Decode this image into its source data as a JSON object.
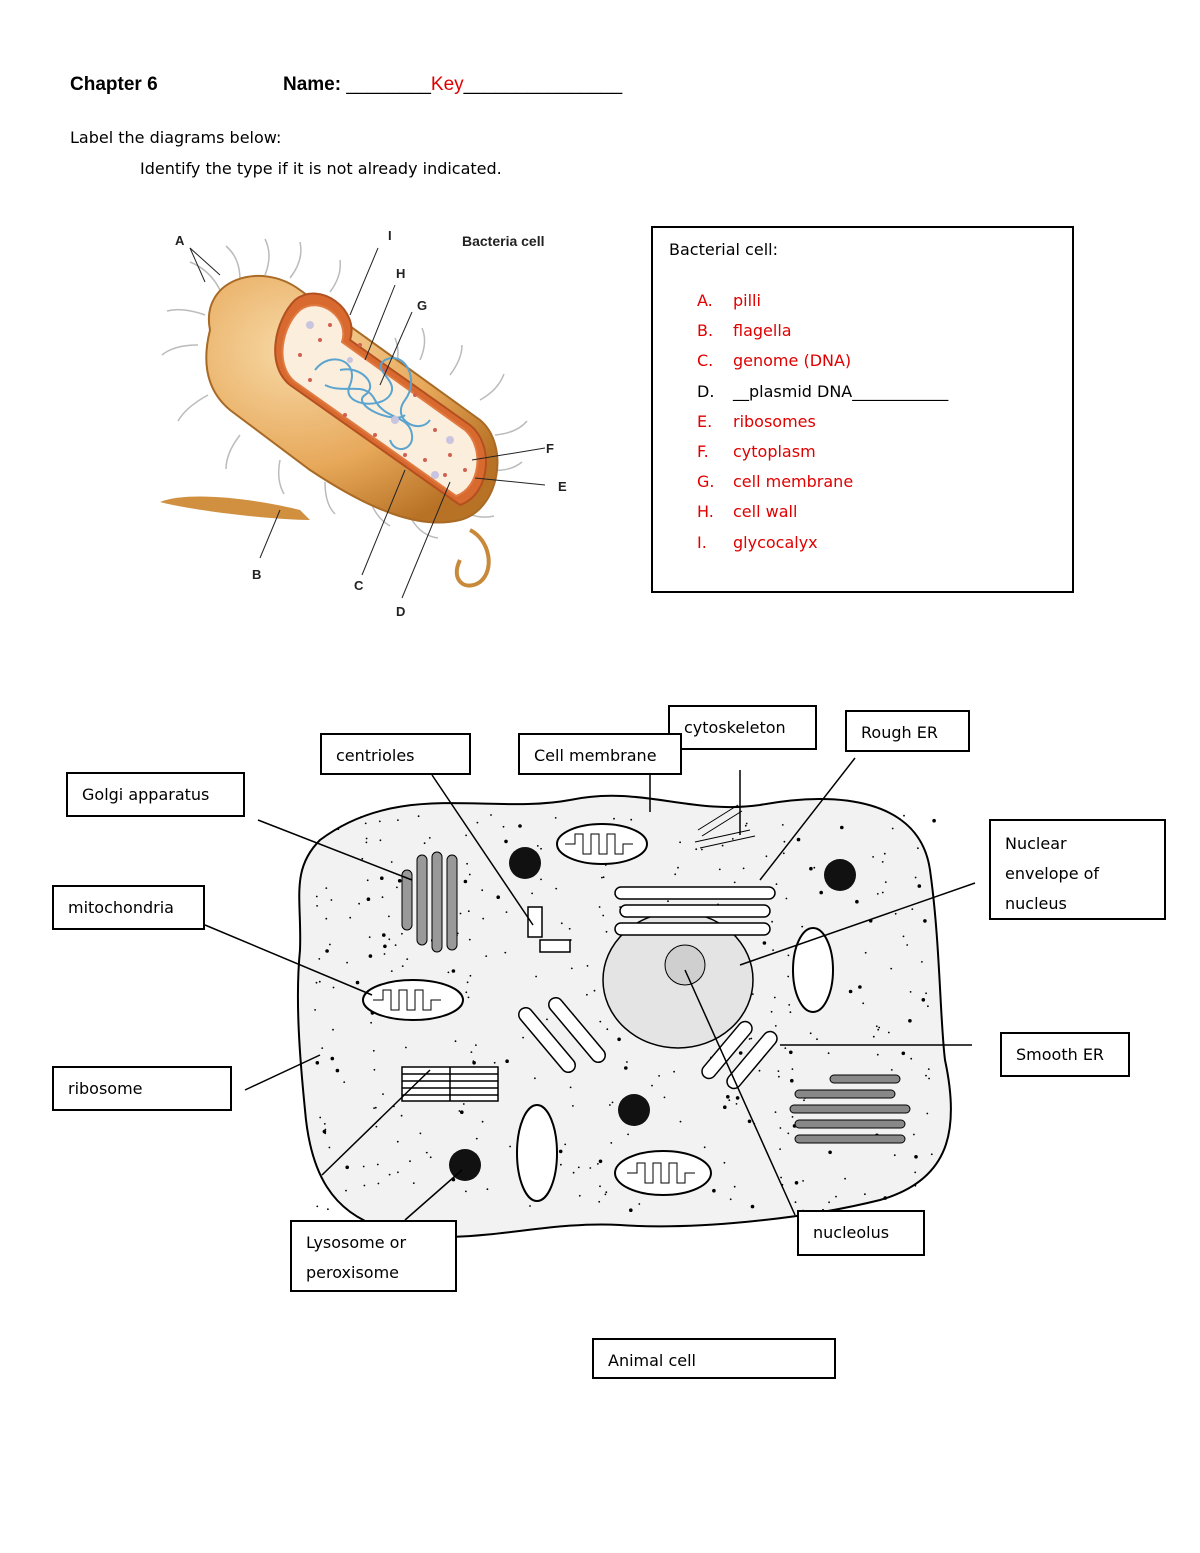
{
  "header": {
    "chapter": "Chapter 6",
    "name_label": "Name:",
    "name_prefix_line": "________",
    "name_value": "Key",
    "name_suffix_line": "_______________"
  },
  "instructions": {
    "line1": "Label the diagrams below:",
    "line2": "Identify the type if it is not already indicated."
  },
  "bacteria_diagram": {
    "title": "Bacteria cell",
    "letters": [
      "A",
      "I",
      "H",
      "G",
      "F",
      "E",
      "B",
      "C",
      "D"
    ]
  },
  "legend": {
    "title": "Bacterial cell:",
    "items": [
      {
        "key": "A.",
        "value": "pilli",
        "color": "#e00000"
      },
      {
        "key": "B.",
        "value": "flagella",
        "color": "#e00000"
      },
      {
        "key": "C.",
        "value": "genome (DNA)",
        "color": "#e00000"
      },
      {
        "key": "D.",
        "value": "__plasmid DNA____________",
        "color": "#000000"
      },
      {
        "key": "E.",
        "value": "ribosomes",
        "color": "#e00000"
      },
      {
        "key": "F.",
        "value": "cytoplasm",
        "color": "#e00000"
      },
      {
        "key": "G.",
        "value": "cell membrane",
        "color": "#e00000"
      },
      {
        "key": "H.",
        "value": "cell wall",
        "color": "#e00000"
      },
      {
        "key": "I.",
        "value": "glycocalyx",
        "color": "#e00000"
      }
    ]
  },
  "animal_labels": {
    "cytoskeleton": "cytoskeleton",
    "rough_er": "Rough ER",
    "centrioles": "centrioles",
    "cell_membrane": "Cell membrane",
    "golgi": "Golgi apparatus",
    "nuclear_envelope_1": "Nuclear",
    "nuclear_envelope_2": "envelope of",
    "nuclear_envelope_3": "nucleus",
    "mitochondria": "mitochondria",
    "smooth_er": "Smooth ER",
    "ribosome": "ribosome",
    "lysosome_1": "Lysosome or",
    "lysosome_2": "peroxisome",
    "nucleolus": "nucleolus",
    "animal_cell": "Animal cell"
  }
}
